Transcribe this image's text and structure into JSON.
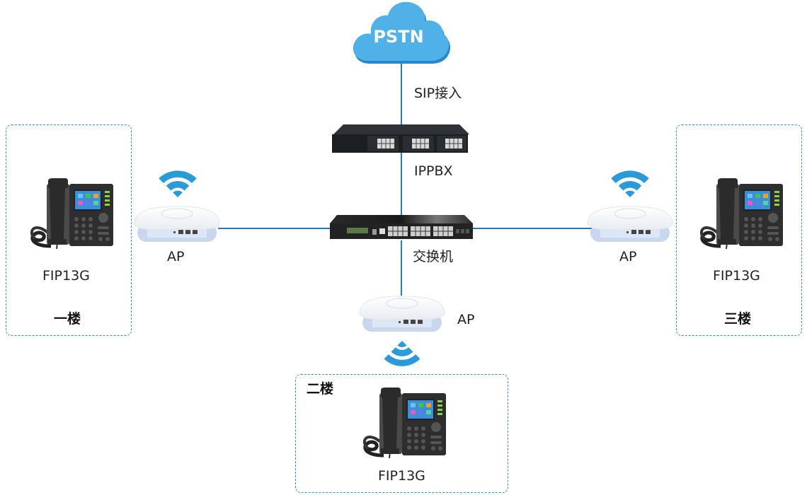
{
  "diagram": {
    "type": "network-topology",
    "nodes": {
      "pstn": {
        "label": "PSTN",
        "icon": "cloud-icon"
      },
      "ippbx": {
        "label": "IPPBX",
        "icon": "ippbx-rack-icon"
      },
      "switch": {
        "label": "交换机",
        "icon": "network-switch-icon"
      },
      "ap_left": {
        "label": "AP",
        "icon": "access-point-icon"
      },
      "ap_right": {
        "label": "AP",
        "icon": "access-point-icon"
      },
      "ap_bottom": {
        "label": "AP",
        "icon": "access-point-icon"
      },
      "phone_floor1": {
        "label": "FIP13G",
        "icon": "ip-phone-icon"
      },
      "phone_floor2": {
        "label": "FIP13G",
        "icon": "ip-phone-icon"
      },
      "phone_floor3": {
        "label": "FIP13G",
        "icon": "ip-phone-icon"
      }
    },
    "zones": {
      "floor1": {
        "label": "一楼"
      },
      "floor2": {
        "label": "二楼"
      },
      "floor3": {
        "label": "三楼"
      }
    },
    "links": [
      {
        "from": "pstn",
        "to": "ippbx",
        "label": "SIP接入"
      },
      {
        "from": "ippbx",
        "to": "switch",
        "label": ""
      },
      {
        "from": "switch",
        "to": "ap_left",
        "label": ""
      },
      {
        "from": "switch",
        "to": "ap_right",
        "label": ""
      },
      {
        "from": "switch",
        "to": "ap_bottom",
        "label": ""
      },
      {
        "from": "ap_left",
        "to": "phone_floor1",
        "label": "wireless"
      },
      {
        "from": "ap_right",
        "to": "phone_floor3",
        "label": "wireless"
      },
      {
        "from": "ap_bottom",
        "to": "phone_floor2",
        "label": "wireless"
      }
    ],
    "colors": {
      "link": "#2a7bbd",
      "cloud": "#4fb1e8",
      "cloud_shadow": "#2a86c9",
      "wifi": "#2a9ad8",
      "zone_border": "#3a8fcc"
    }
  }
}
